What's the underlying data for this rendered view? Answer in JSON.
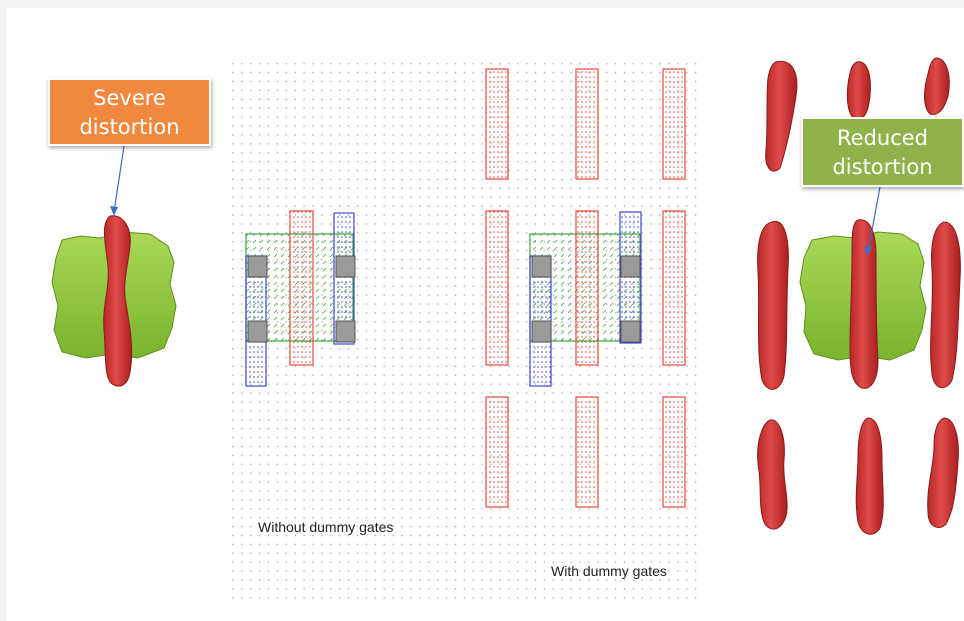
{
  "callouts": {
    "severe": {
      "line1": "Severe",
      "line2": "distortion",
      "color": "#f0883d"
    },
    "reduced": {
      "line1": "Reduced",
      "line2": "distortion",
      "color": "#8fb24b"
    }
  },
  "layout_labels": {
    "without": "Without dummy gates",
    "with": "With dummy gates"
  },
  "colors": {
    "gate_red": "#d63c3c",
    "active_green": "#8cc23c",
    "poly_outline": "#e64b3c",
    "diffusion_green": "#3ca53c",
    "contact_blue": "#3c46d2",
    "contact_gray": "#9a9a9a"
  },
  "icons": [
    "arrow-pointer-icon"
  ]
}
